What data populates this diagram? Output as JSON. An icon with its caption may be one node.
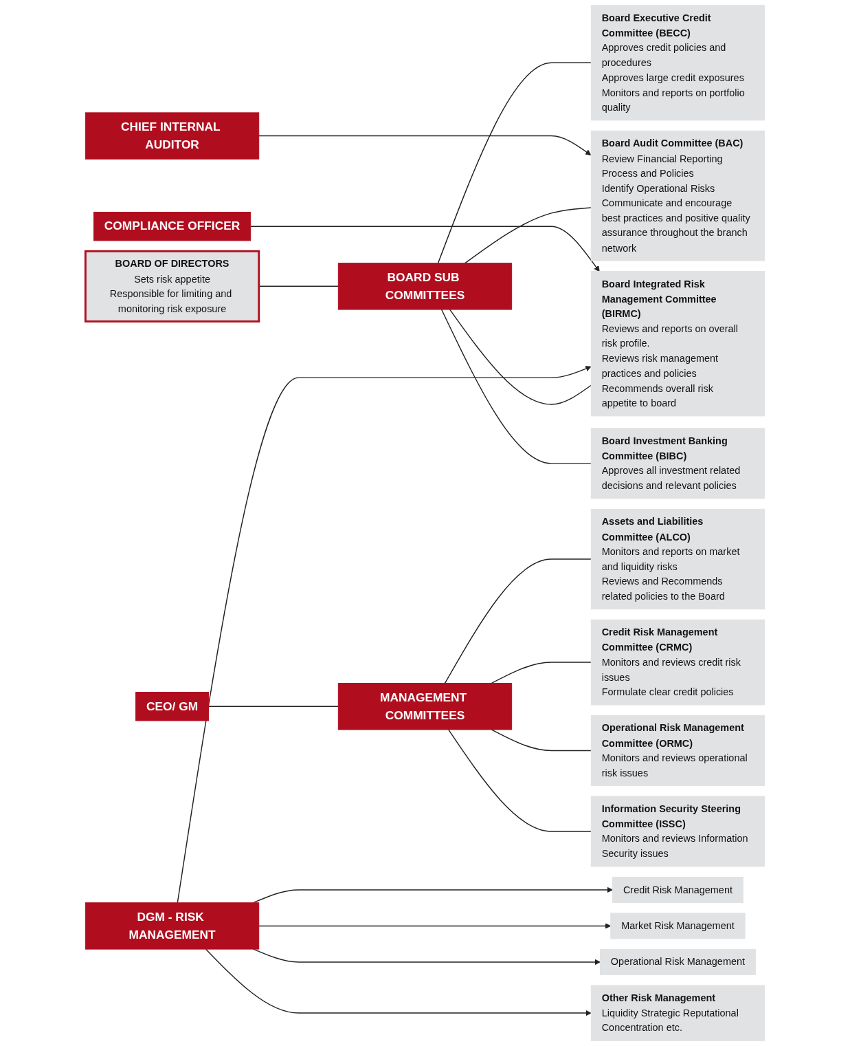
{
  "diagram": {
    "nodes": [
      {
        "text": [
          "BOARD OF DIRECTORS",
          "Sets risk appetite",
          "Responsible for limiting and monitoring risk exposure"
        ]
      },
      {
        "text": [
          "BOARD SUB COMMITTEES"
        ]
      },
      {
        "text": [
          "Board Integrated Risk Management Committee (BIRMC)",
          "Reviews and reports on overall risk profile.",
          "Reviews risk management practices and policies",
          "Recommends overall risk appetite to board"
        ]
      },
      {
        "text": [
          "Board Audit Committee (BAC)",
          "Review Financial Reporting Process and Policies",
          "Identify Operational Risks",
          "Communicate and encourage best practices and positive quality assurance throughout the branch network"
        ]
      },
      {
        "text": [
          "Board Executive Credit Committee (BECC)",
          "Approves credit policies and procedures",
          "Approves large credit exposures",
          "Monitors and reports on portfolio quality"
        ]
      },
      {
        "text": [
          "Board Investment Banking Committee (BIBC)",
          "Approves all investment related decisions and relevant policies"
        ]
      },
      {
        "text": [
          "CEO/ GM"
        ]
      },
      {
        "text": [
          "DGM - RISK MANAGEMENT"
        ]
      },
      {
        "text": [
          "COMPLIANCE OFFICER"
        ]
      },
      {
        "text": [
          "CHIEF INTERNAL AUDITOR"
        ]
      },
      {
        "text": [
          "MANAGEMENT COMMITTEES"
        ]
      },
      {
        "text": [
          "Credit Risk Management"
        ]
      },
      {
        "text": [
          "Market Risk Management"
        ]
      },
      {
        "text": [
          "Operational Risk Management"
        ]
      },
      {
        "text": [
          "Other Risk Management",
          "Liquidity Strategic Reputational Concentration etc."
        ]
      },
      {
        "text": [
          "Assets and Liabilities Committee (ALCO)",
          "Monitors and reports on market and liquidity risks",
          "Reviews and Recommends related policies to the Board"
        ]
      },
      {
        "text": [
          "Credit Risk Management Committee (CRMC)",
          "Monitors and reviews credit risk issues",
          "Formulate clear credit policies"
        ]
      },
      {
        "text": [
          "Operational Risk Management Committee (ORMC)",
          "Monitors and reviews operational risk issues"
        ]
      },
      {
        "text": [
          "Information Security Steering Committee (ISSC)",
          "Monitors and reviews Information Security issues"
        ]
      }
    ],
    "edges": [
      {
        "from": 0,
        "to": 1,
        "arrow": "none"
      },
      {
        "from": 1,
        "to": 2,
        "arrow": "none"
      },
      {
        "from": 1,
        "to": 3,
        "arrow": "none"
      },
      {
        "from": 1,
        "to": 4,
        "arrow": "none"
      },
      {
        "from": 1,
        "to": 5,
        "arrow": "none"
      },
      {
        "from": 7,
        "to": 2,
        "arrow": "to"
      },
      {
        "from": 8,
        "to": 2,
        "arrow": "to"
      },
      {
        "from": 9,
        "to": 3,
        "arrow": "to"
      },
      {
        "from": 6,
        "to": 10,
        "arrow": "none"
      },
      {
        "from": 10,
        "to": 15,
        "arrow": "none"
      },
      {
        "from": 10,
        "to": 16,
        "arrow": "none"
      },
      {
        "from": 10,
        "to": 17,
        "arrow": "none"
      },
      {
        "from": 10,
        "to": 18,
        "arrow": "none"
      },
      {
        "from": 7,
        "to": 11,
        "arrow": "to"
      },
      {
        "from": 7,
        "to": 12,
        "arrow": "to"
      },
      {
        "from": 7,
        "to": 13,
        "arrow": "to"
      },
      {
        "from": 7,
        "to": 14,
        "arrow": "to"
      }
    ]
  }
}
